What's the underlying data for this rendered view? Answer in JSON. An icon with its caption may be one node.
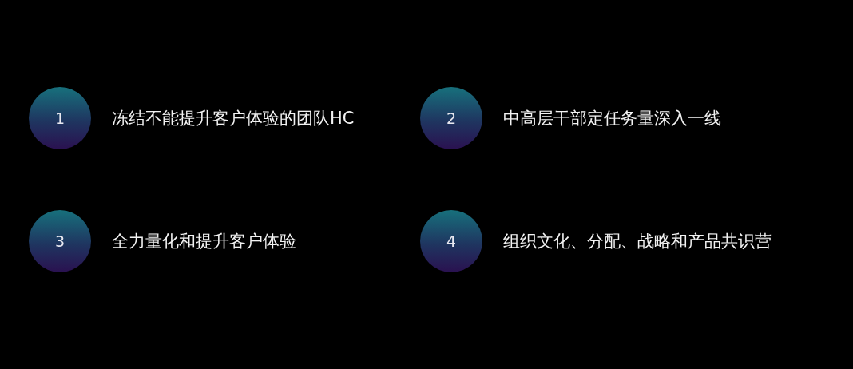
{
  "diagram": {
    "nodes": [
      {
        "text": [
          "1"
        ],
        "beside": [
          "冻结不能提升客户体验的团队HC"
        ]
      },
      {
        "text": [
          "2"
        ],
        "beside": [
          "中高层干部定任务量深入一线"
        ]
      },
      {
        "text": [
          "3"
        ],
        "beside": [
          "全力量化和提升客户体验"
        ]
      },
      {
        "text": [
          "4"
        ],
        "beside": [
          "组织文化、分配、战略和产品共识营"
        ]
      }
    ]
  }
}
